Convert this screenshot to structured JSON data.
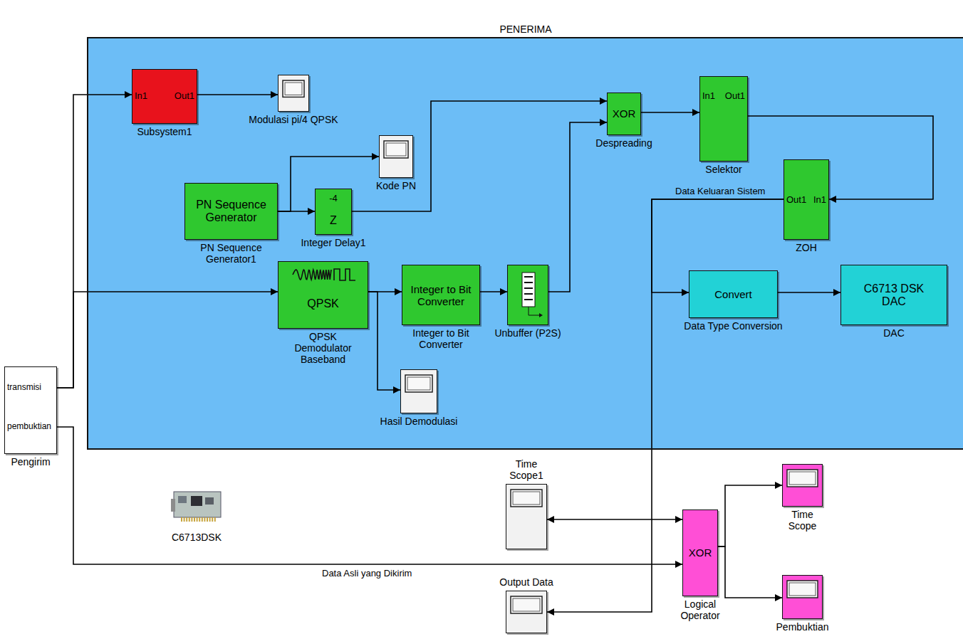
{
  "diagram": {
    "nodes": [
      {
        "text": [
          "PENERIMA"
        ]
      },
      {
        "text": [
          "In1",
          "Out1",
          "Subsystem1"
        ],
        "in": 0
      },
      {
        "text": [
          "Modulasi pi/4 QPSK"
        ],
        "in": 0
      },
      {
        "text": [
          "Kode PN"
        ],
        "in": 0
      },
      {
        "text": [
          "PN Sequence Generator",
          "PN Sequence Generator1"
        ],
        "in": 0
      },
      {
        "text": [
          "-4",
          "Z",
          "Integer Delay1"
        ],
        "in": 0
      },
      {
        "text": [
          "XOR",
          "Despreading"
        ],
        "in": 0
      },
      {
        "text": [
          "In1",
          "Out1",
          "Selektor"
        ],
        "in": 0
      },
      {
        "text": [
          "Out1",
          "In1",
          "ZOH"
        ],
        "in": 0
      },
      {
        "text": [
          "QPSK",
          "QPSK Demodulator Baseband"
        ],
        "in": 0
      },
      {
        "text": [
          "Integer to Bit Converter",
          "Integer to Bit Converter"
        ],
        "in": 0
      },
      {
        "text": [
          "Unbuffer (P2S)"
        ],
        "in": 0
      },
      {
        "text": [
          "Hasil Demodulasi"
        ],
        "in": 0
      },
      {
        "text": [
          "Convert",
          "Data Type Conversion"
        ],
        "in": 0
      },
      {
        "text": [
          "C6713 DSK DAC",
          "DAC"
        ],
        "in": 0
      },
      {
        "text": [
          "transmisi",
          "pembuktian",
          "Pengirim"
        ]
      },
      {
        "text": [
          "C6713DSK"
        ]
      },
      {
        "text": [
          "Time Scope1"
        ]
      },
      {
        "text": [
          "Output Data"
        ]
      },
      {
        "text": [
          "XOR",
          "Logical Operator"
        ]
      },
      {
        "text": [
          "Time Scope"
        ]
      },
      {
        "text": [
          "Pembuktian"
        ]
      }
    ],
    "edges": [
      {
        "from": 15,
        "to": 1,
        "arrow": "to"
      },
      {
        "from": 15,
        "to": 9,
        "arrow": "to"
      },
      {
        "from": 1,
        "to": 2,
        "arrow": "to"
      },
      {
        "from": 4,
        "to": 3,
        "arrow": "to"
      },
      {
        "from": 4,
        "to": 5,
        "arrow": "to"
      },
      {
        "from": 5,
        "to": 6,
        "arrow": "to"
      },
      {
        "from": 9,
        "to": 10,
        "arrow": "to"
      },
      {
        "from": 9,
        "to": 12,
        "arrow": "to"
      },
      {
        "from": 10,
        "to": 11,
        "arrow": "to"
      },
      {
        "from": 11,
        "to": 6,
        "arrow": "to"
      },
      {
        "from": 6,
        "to": 7,
        "arrow": "to"
      },
      {
        "from": 7,
        "to": 8,
        "arrow": "to"
      },
      {
        "from": 8,
        "to": 13,
        "label": "Data Keluaran Sistem",
        "arrow": "to"
      },
      {
        "from": 13,
        "to": 14,
        "arrow": "to"
      },
      {
        "from": 8,
        "to": 18,
        "arrow": "to"
      },
      {
        "from": 17,
        "to": 19,
        "arrow": "both"
      },
      {
        "from": 15,
        "to": 19,
        "label": "Data Asli yang Dikirim",
        "arrow": "to"
      },
      {
        "from": 19,
        "to": 20,
        "arrow": "to"
      },
      {
        "from": 19,
        "to": 21,
        "arrow": "to"
      }
    ]
  }
}
